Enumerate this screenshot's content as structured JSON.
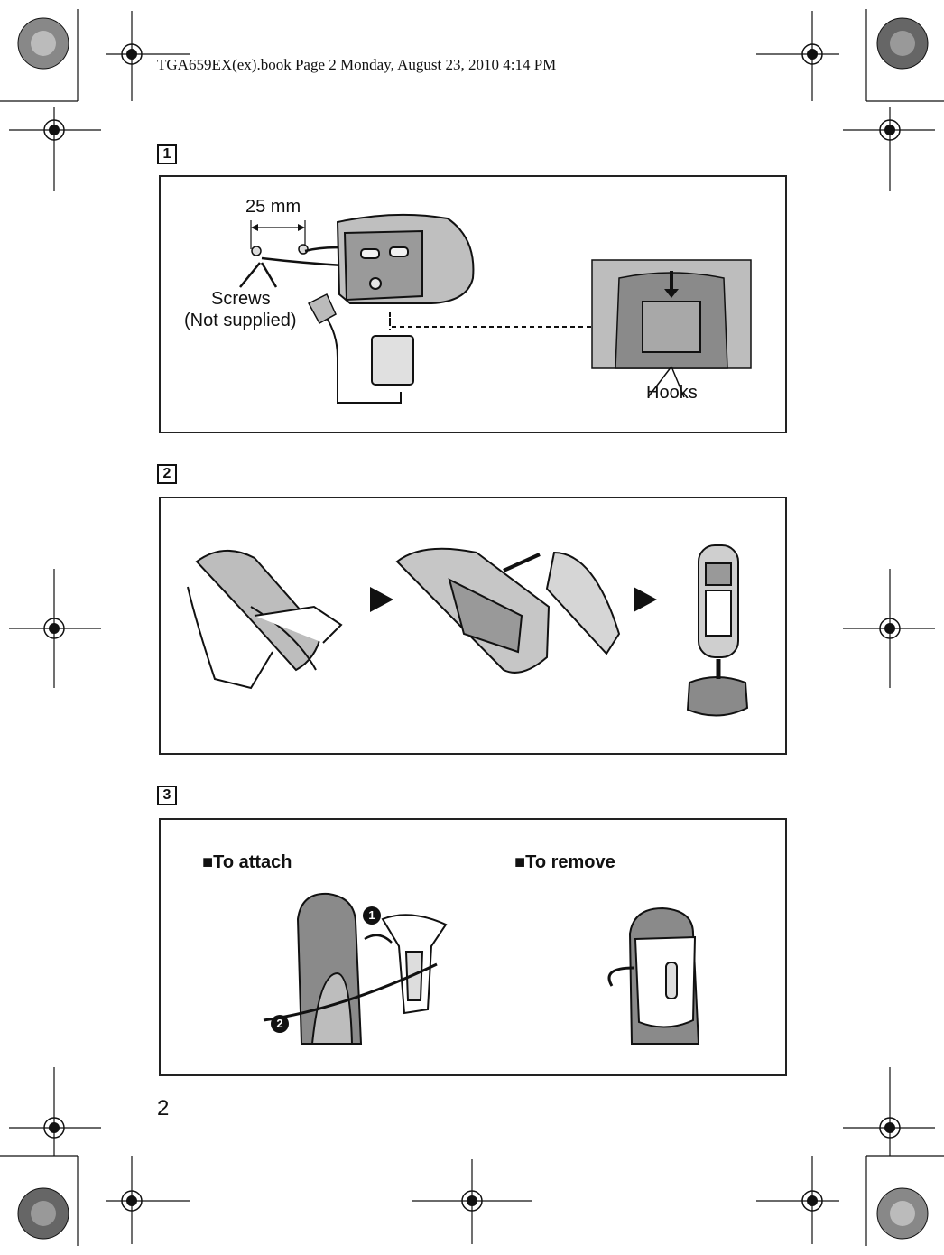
{
  "header": {
    "text": "TGA659EX(ex).book  Page 2  Monday, August 23, 2010  4:14 PM"
  },
  "steps": [
    {
      "number": "1"
    },
    {
      "number": "2"
    },
    {
      "number": "3"
    }
  ],
  "step1": {
    "dimension": "25 mm",
    "screws_line1": "Screws",
    "screws_line2": "(Not supplied)",
    "hooks": "Hooks"
  },
  "step3": {
    "attach": "■To attach",
    "remove": "■To remove",
    "marker1": "1",
    "marker2": "2"
  },
  "page_number": "2"
}
